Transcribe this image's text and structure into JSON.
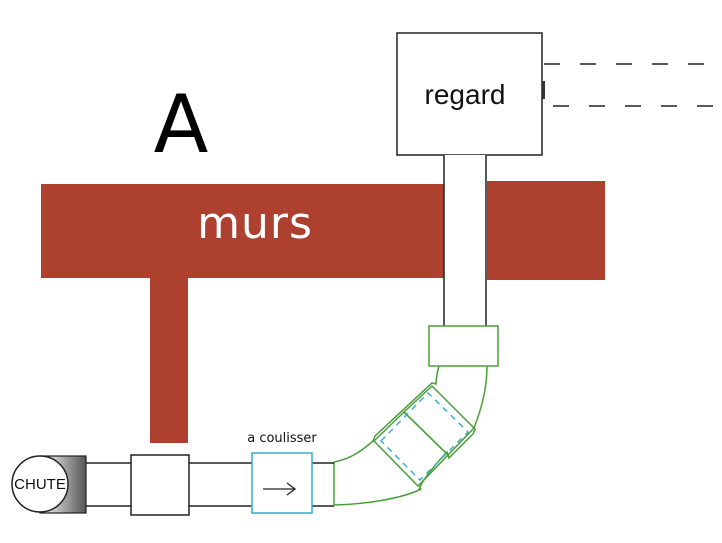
{
  "diagram": {
    "title_letter": "A",
    "wall_label": "murs",
    "manhole_label": "regard",
    "sliding_label": "a coulisser",
    "chute_label": "CHUTE",
    "arrow_glyph": "→",
    "colors": {
      "wall": "#ae402f",
      "pipe_stroke": "#222222",
      "elbow_stroke": "#4a9e3a",
      "sliding_stroke": "#3fb0cf",
      "background": "#ffffff"
    },
    "elements": [
      "title-letter",
      "wall",
      "manhole-box",
      "vertical-pipe",
      "elbow-fitting",
      "sliding-coupling",
      "coupling-box",
      "chute-connector",
      "dashed-lines"
    ]
  }
}
